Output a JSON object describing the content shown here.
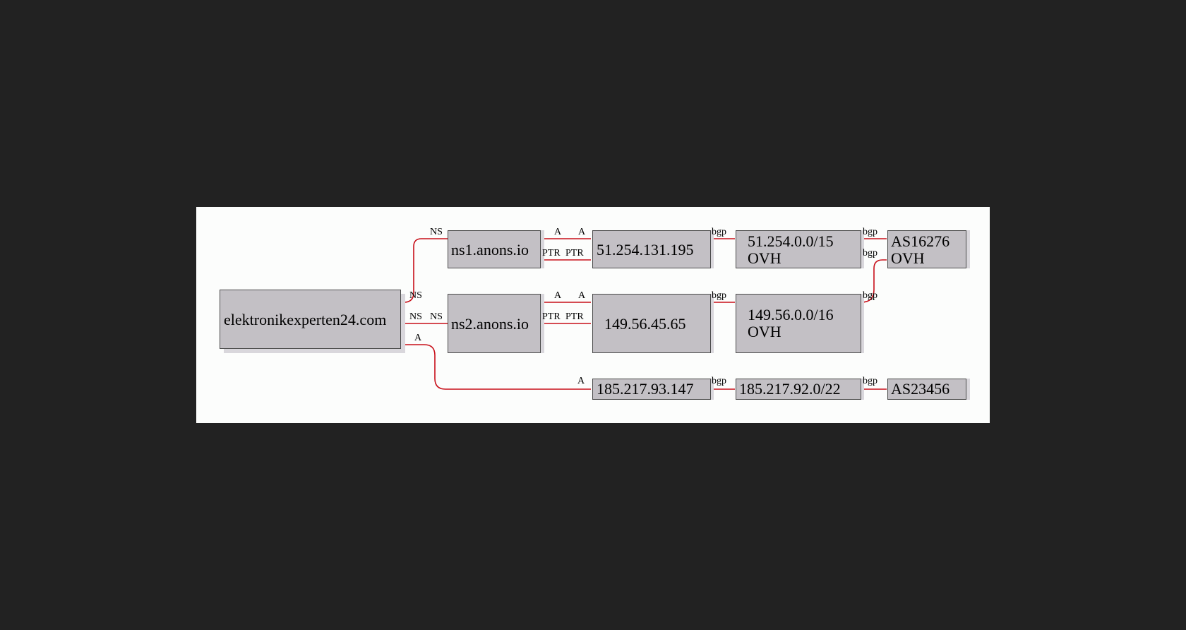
{
  "graph": {
    "nodes": {
      "domain": "elektronikexperten24.com",
      "ns1": "ns1.anons.io",
      "ns2": "ns2.anons.io",
      "ip1": "51.254.131.195",
      "ip2": "149.56.45.65",
      "ip3": "185.217.93.147",
      "net1_prefix": "51.254.0.0/15",
      "net1_org": "OVH",
      "net2_prefix": "149.56.0.0/16",
      "net2_org": "OVH",
      "net3_prefix": "185.217.92.0/22",
      "as1_number": "AS16276",
      "as1_org": "OVH",
      "as2_number": "AS23456"
    },
    "edge_labels": {
      "ns": "NS",
      "a": "A",
      "ptr": "PTR",
      "bgp": "bgp"
    }
  },
  "colors": {
    "background": "#222222",
    "canvas": "#fcfdfc",
    "node_fill": "#c3c0c5",
    "node_border": "#4a4a4a",
    "node_shadow": "#d9d7dc",
    "edge": "#c8101a"
  }
}
